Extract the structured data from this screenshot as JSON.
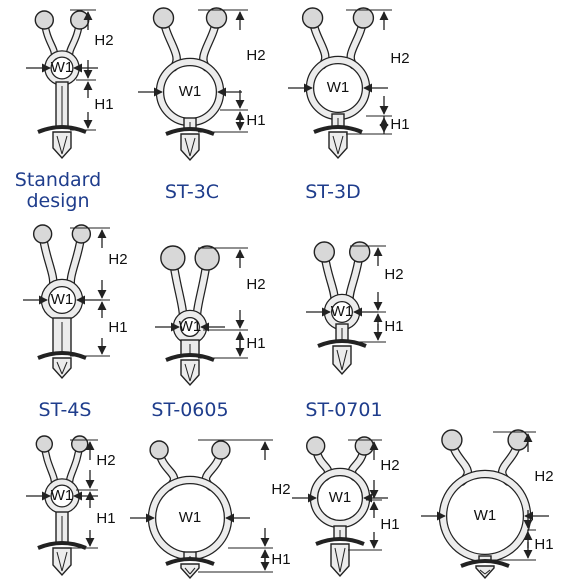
{
  "colors": {
    "clip_fill": "#ececec",
    "clip_stroke": "#222222",
    "ball_fill": "#d8d8d8",
    "caption": "#1f3d8c"
  },
  "dimension_labels": {
    "height_1": "H1",
    "height_2": "H2",
    "width_1": "W1"
  },
  "models": [
    {
      "id": "standard",
      "name": "Standard\ndesign",
      "caption": "Standard design"
    },
    {
      "id": "st-3c",
      "caption": "ST-3C"
    },
    {
      "id": "st-3d",
      "caption": "ST-3D"
    },
    {
      "id": "st-4s",
      "caption": "ST-4S"
    },
    {
      "id": "st-0605",
      "caption": "ST-0605"
    },
    {
      "id": "st-0701",
      "caption": "ST-0701"
    },
    {
      "id": "row3-a",
      "caption": ""
    },
    {
      "id": "row3-b",
      "caption": ""
    },
    {
      "id": "row3-c",
      "caption": ""
    },
    {
      "id": "row3-d",
      "caption": ""
    }
  ]
}
